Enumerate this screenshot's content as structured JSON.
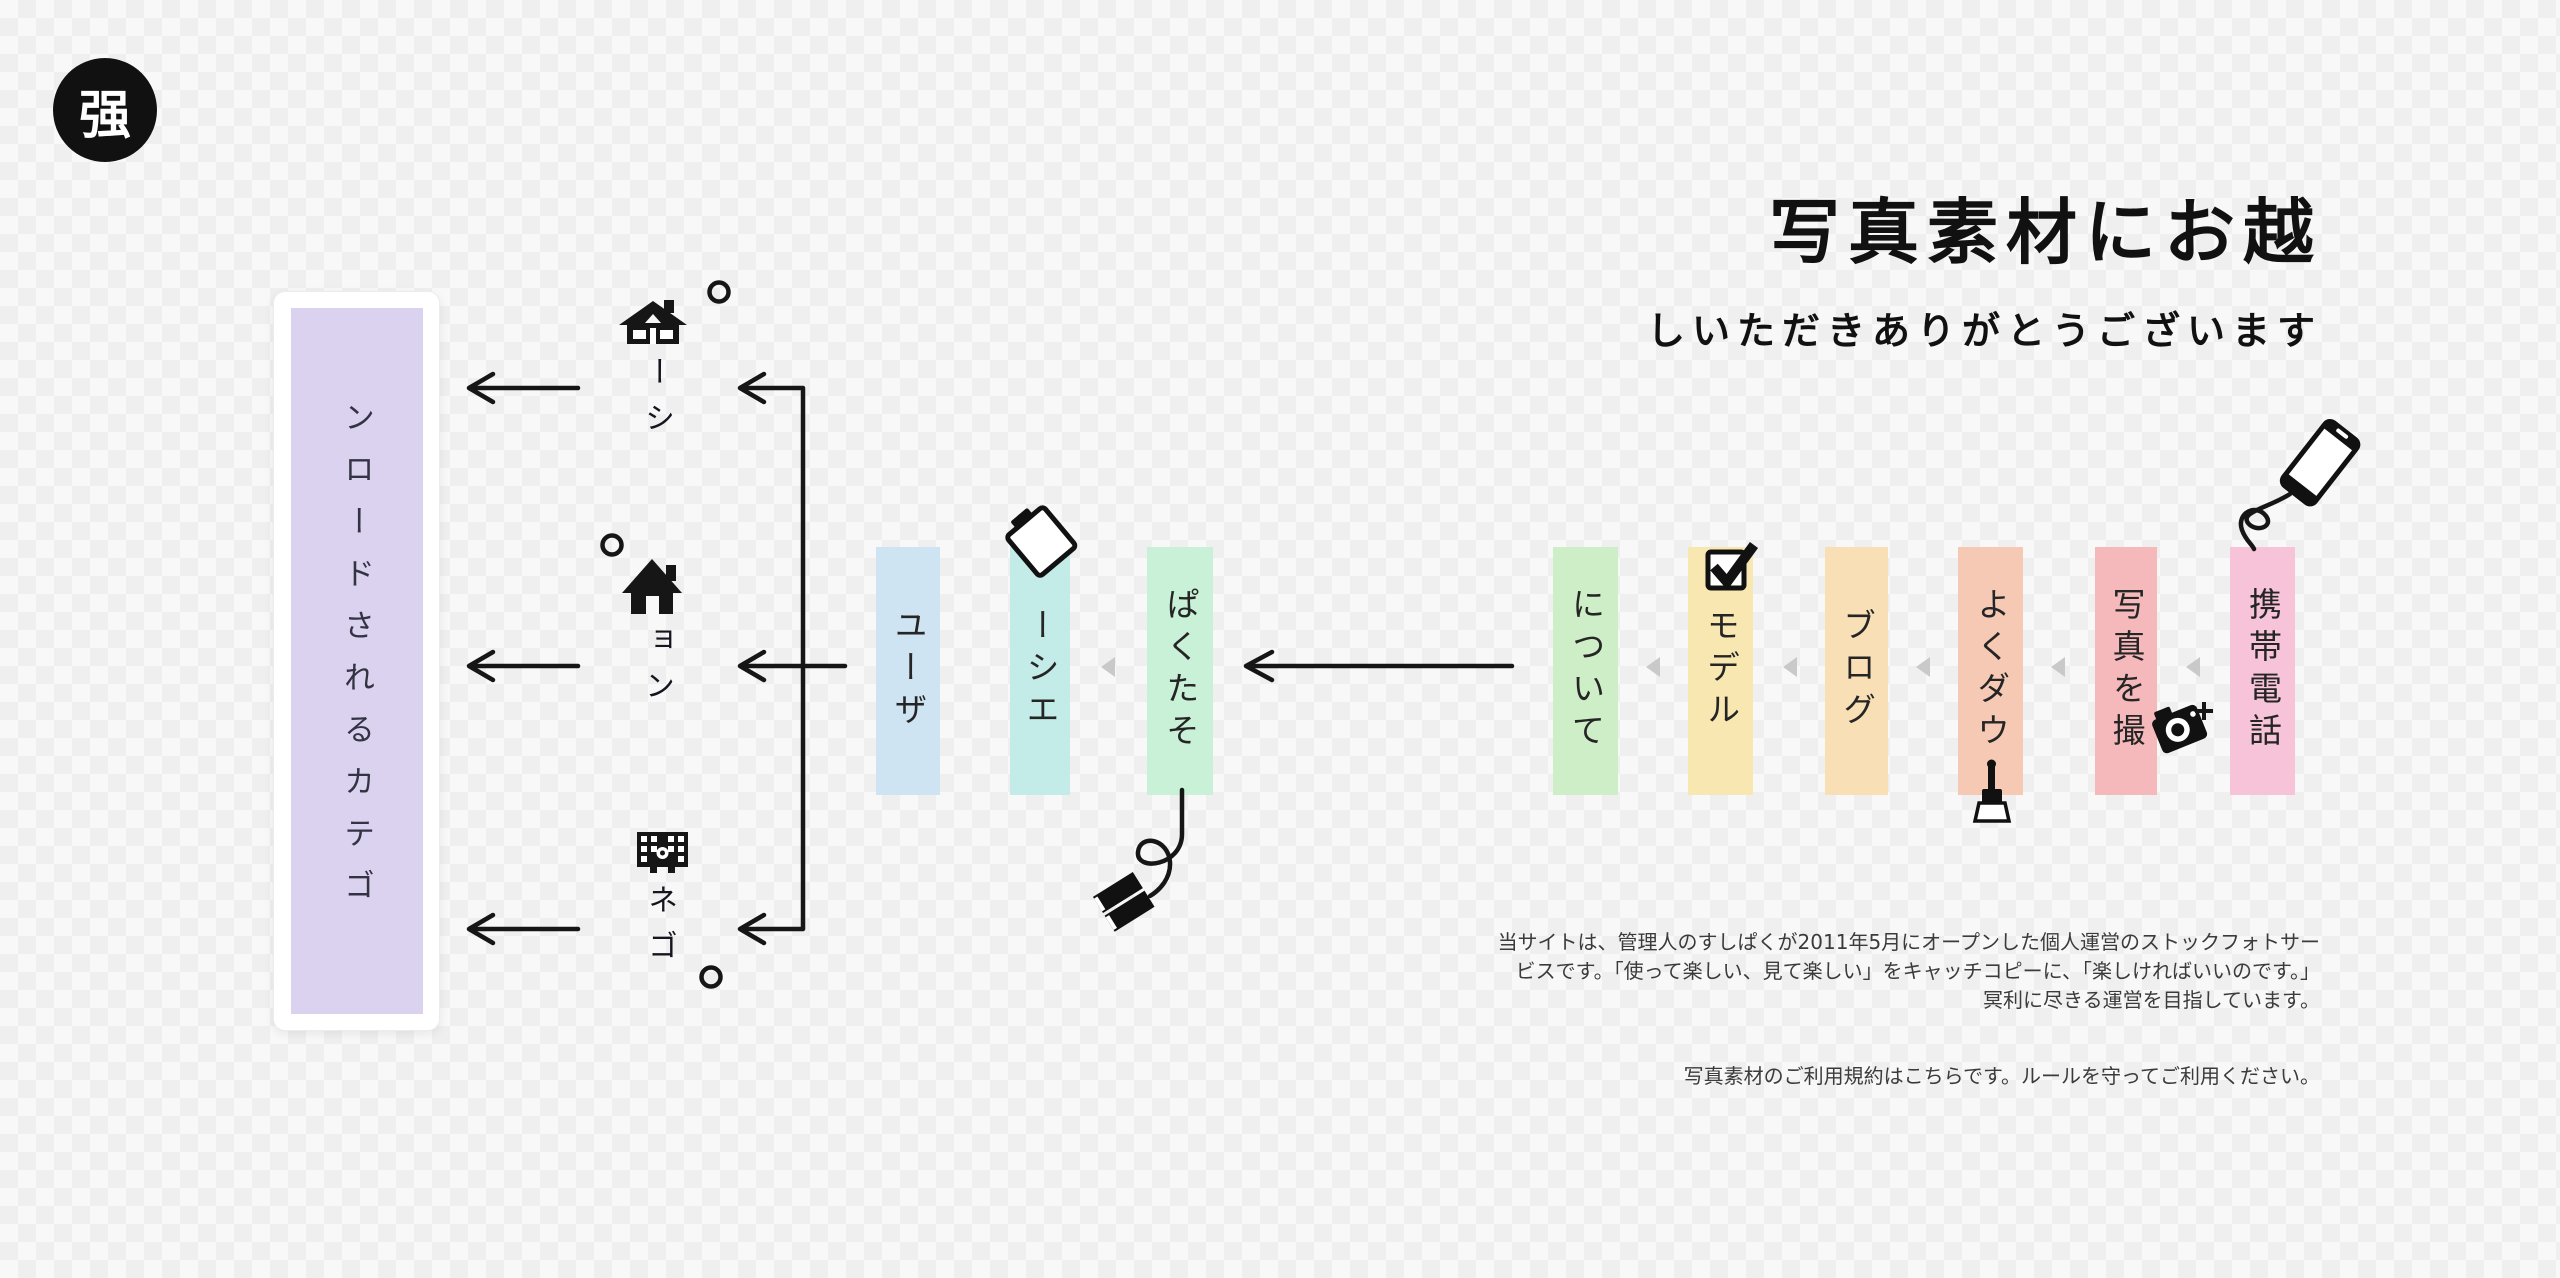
{
  "app": {
    "bg_light": "#f8f8f8",
    "bg_dark": "#efefef",
    "ink": "#161616"
  },
  "logo": {
    "text": "强",
    "bg": "#111111",
    "color": "#ffffff"
  },
  "header": {
    "title": "写真素材にお越",
    "subtitle": "しいただきありがとうございます"
  },
  "category_panel": {
    "label": "ンロードされるカテゴ",
    "panel_bg": "#dbd2ef",
    "card_bg": "#ffffff"
  },
  "nav_items": [
    {
      "icon": "school-building-icon",
      "label": "ーシ"
    },
    {
      "icon": "home-icon",
      "label": "ョン"
    },
    {
      "icon": "office-building-icon",
      "label": "ネゴ"
    }
  ],
  "bars": [
    {
      "label": "ユーザ",
      "color": "#cfe4f3"
    },
    {
      "label": "ーシエ",
      "color": "#c3ebe7",
      "icon": "clipboard-icon"
    },
    {
      "label": "ぱくたそ",
      "color": "#c9f1d8",
      "icon": "book-on-cord-icon"
    },
    {
      "label": "について",
      "color": "#cdeec6"
    },
    {
      "label": "モデル",
      "color": "#f8e7b1",
      "icon": "checkbox-icon"
    },
    {
      "label": "ブログ",
      "color": "#f8dfb6"
    },
    {
      "label": "よくダウ",
      "color": "#f6c9b4",
      "icon": "paintbrush-icon"
    },
    {
      "label": "写真を撮",
      "color": "#f5b9bc",
      "icon": "camera-icon"
    },
    {
      "label": "携帯電話",
      "color": "#f7c3d8",
      "icon": "smartphone-icon"
    }
  ],
  "about": {
    "line1": "当サイトは、管理人のすしぱくが2011年5月にオープンした個人運営のストックフォトサー",
    "line2": "ビスです。「使って楽しい、見て楽しい」をキャッチコピーに、「楽しければいいのです。」",
    "line3": "冥利に尽きる運営を目指しています。",
    "terms": "写真素材のご利用規約はこちらです。ルールを守ってご利用ください。"
  }
}
